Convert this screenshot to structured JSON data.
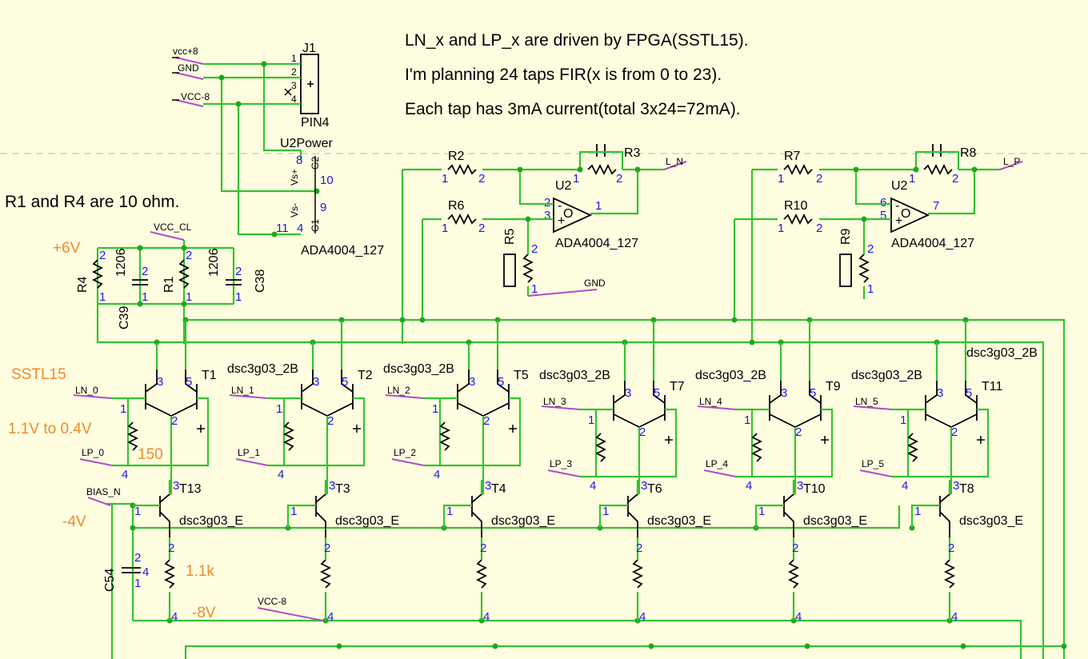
{
  "notes": {
    "line1": "LN_x and LP_x are driven by FPGA(SSTL15).",
    "line2": "I'm planning 24 taps FIR(x is from 0 to 23).",
    "line3": "Each tap has 3mA current(total 3x24=72mA).",
    "r_note": "R1 and R4 are 10 ohm."
  },
  "annotations": {
    "v_pos6": "+6V",
    "sstl": "SSTL15",
    "v_range": "1.1V to 0.4V",
    "r150": "150",
    "v_neg4": "-4V",
    "r1k1": "1.1k",
    "v_neg8": "-8V"
  },
  "nets": {
    "vcc8": "vcc+8",
    "gnd": "GND",
    "vccm8": "VCC-8",
    "vcc_cl": "VCC_CL",
    "bias_n": "BIAS_N",
    "l_n": "L_N",
    "l_p": "L_P",
    "gnd2": "GND",
    "vccm8_b": "VCC-8"
  },
  "connector": {
    "ref": "J1",
    "value": "PIN4",
    "pins": [
      "1",
      "2",
      "3",
      "4"
    ]
  },
  "power_block": {
    "ref": "U2Power",
    "g2": "G2",
    "vsp": "Vs+",
    "vsm": "Vs-",
    "g1": "G1",
    "pins": {
      "p8": "8",
      "p10": "10",
      "p9": "9",
      "p11": "11",
      "p4": "4"
    },
    "part": "ADA4004_127"
  },
  "opamps": [
    {
      "ref": "U2",
      "part": "ADA4004_127",
      "out_pin": "1",
      "inv_pin": "2",
      "non_pin": "3",
      "r_in_n": "R2",
      "r_in_p": "R6",
      "r_fb": "R3",
      "r_gnd": "R5",
      "p1": "1",
      "p2": "2",
      "minus": "-",
      "plus": "+",
      "o": "O"
    },
    {
      "ref": "U2",
      "part": "ADA4004_127",
      "out_pin": "7",
      "inv_pin": "6",
      "non_pin": "5",
      "r_in_n": "R7",
      "r_in_p": "R10",
      "r_fb": "R8",
      "r_gnd": "R9",
      "p1": "1",
      "p2": "2",
      "minus": "-",
      "plus": "+",
      "o": "O"
    }
  ],
  "supply_parts": {
    "r4": "R4",
    "c39": "C39",
    "r1": "R1",
    "c38": "C38",
    "pkg": "1206",
    "p1": "1",
    "p2": "2"
  },
  "taps": [
    {
      "pair": "T1",
      "tail": "T13",
      "ln": "LN_0",
      "lp": "LP_0",
      "pair_part": "",
      "tail_part": "dsc3g03_E"
    },
    {
      "pair": "T2",
      "tail": "T3",
      "ln": "LN_1",
      "lp": "LP_1",
      "pair_part": "dsc3g03_2B",
      "tail_part": "dsc3g03_E"
    },
    {
      "pair": "T5",
      "tail": "T4",
      "ln": "LN_2",
      "lp": "LP_2",
      "pair_part": "dsc3g03_2B",
      "tail_part": "dsc3g03_E"
    },
    {
      "pair": "T7",
      "tail": "T6",
      "ln": "LN_3",
      "lp": "LP_3",
      "pair_part": "dsc3g03_2B",
      "tail_part": "dsc3g03_E"
    },
    {
      "pair": "T9",
      "tail": "T10",
      "ln": "LN_4",
      "lp": "LP_4",
      "pair_part": "dsc3g03_2B",
      "tail_part": "dsc3g03_E"
    },
    {
      "pair": "T11",
      "tail": "T8",
      "ln": "LN_5",
      "lp": "LP_5",
      "pair_part": "dsc3g03_2B",
      "tail_part": "dsc3g03_E"
    }
  ],
  "last_pair_part": "dsc3g03_2B",
  "tap_pins": {
    "p1": "1",
    "p2": "2",
    "p3": "3",
    "p4": "4",
    "p5": "5"
  },
  "bias_cap": {
    "ref": "C54",
    "p1": "1",
    "p2": "2",
    "p4": "4"
  },
  "colors": {
    "wire": "#33c233",
    "annotation": "#f08a2c",
    "pin": "#1a1ae6",
    "net_flag": "#b04cc8",
    "background": "#fffde0"
  }
}
